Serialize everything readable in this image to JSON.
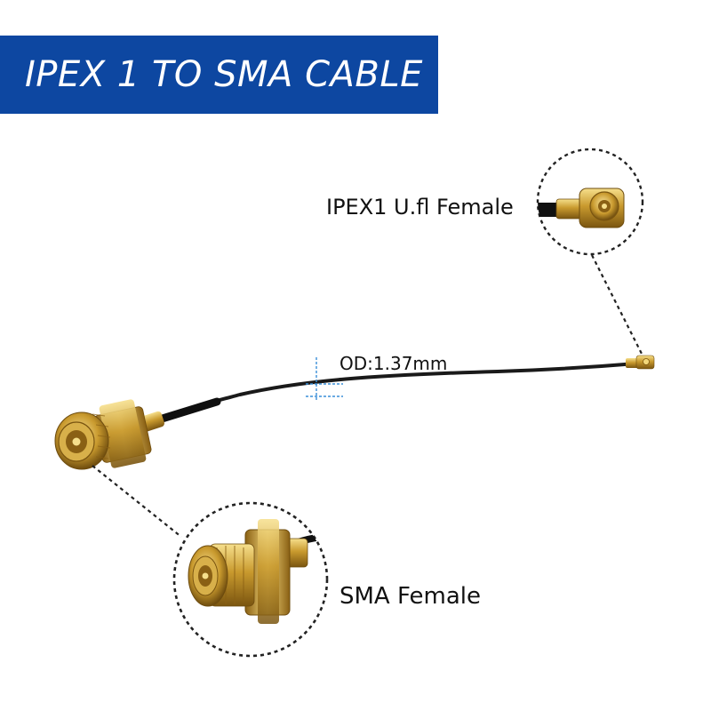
{
  "banner": {
    "title": "IPEX 1 TO SMA CABLE"
  },
  "labels": {
    "ipex_connector": "IPEX1 U.fl Female",
    "outer_diameter": "OD:1.37mm",
    "sma_connector": "SMA Female"
  },
  "colors": {
    "banner": "#0d47a1",
    "banner_text": "#ffffff",
    "label_text": "#111111",
    "cable": "#1a1a1a",
    "gold": "#c99a2e",
    "gold_light": "#f3d77a",
    "gold_dark": "#7a5510",
    "dimension_marker": "#3a8fd8",
    "callout_dash": "#222222"
  }
}
